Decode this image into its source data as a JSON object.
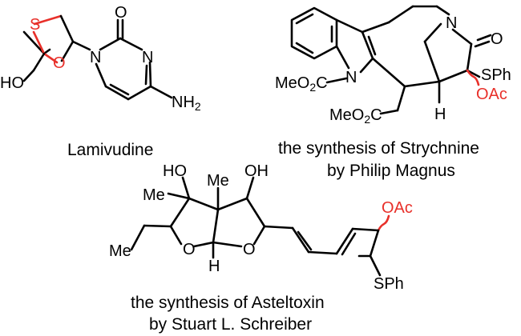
{
  "colors": {
    "heteroatom_highlight": "#e8302a",
    "ink": "#000000",
    "background": "#ffffff"
  },
  "lamivudine": {
    "caption": "Lamivudine",
    "labels": {
      "s": "S",
      "o_ring": "O",
      "ho": "HO",
      "n1": "N",
      "n3": "N",
      "o_carbonyl": "O",
      "nh2": "NH2"
    }
  },
  "strychnine": {
    "caption_line1": "the synthesis of Strychnine",
    "caption_line2": "by Philip Magnus",
    "labels": {
      "n_indole": "N",
      "n_amide": "N",
      "o_amide": "O",
      "sph": "SPh",
      "oac": "OAc",
      "co2me_top": "MeO2C",
      "co2me_bottom": "MeO2C",
      "h": "H"
    }
  },
  "asteltoxin": {
    "caption_line1": "the synthesis of Asteltoxin",
    "caption_line2": "by Stuart L. Schreiber",
    "labels": {
      "ho": "HO",
      "oh": "OH",
      "me_top": "Me",
      "me_left": "Me",
      "me_ethyl": "Me",
      "o_left": "O",
      "o_right": "O",
      "h": "H",
      "oac": "OAc",
      "sph": "SPh"
    }
  }
}
